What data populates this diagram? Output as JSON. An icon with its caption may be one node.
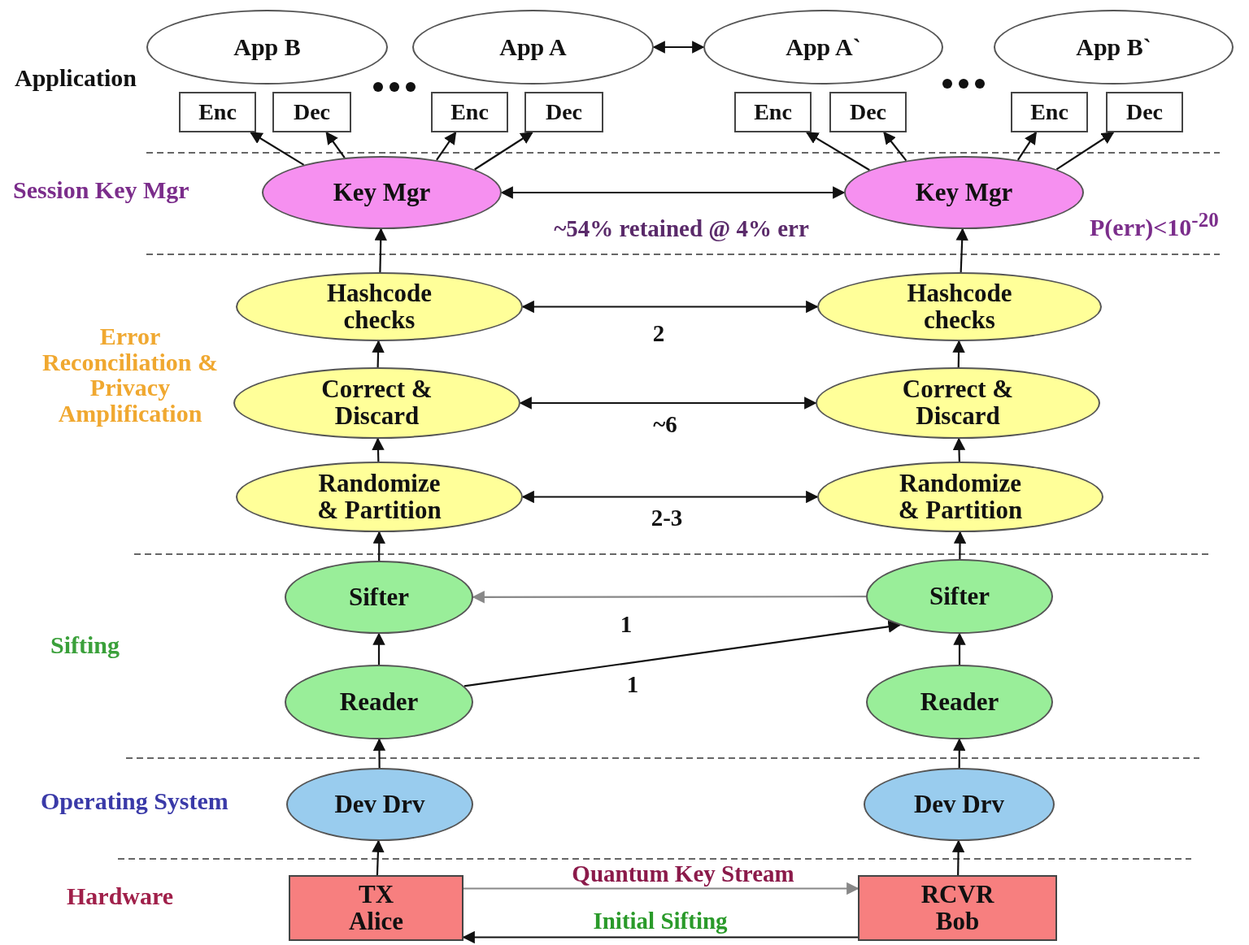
{
  "diagram": {
    "nodes": [
      {
        "text": [
          "App B"
        ]
      },
      {
        "text": [
          "App A"
        ]
      },
      {
        "text": [
          "App A`"
        ]
      },
      {
        "text": [
          "App B`"
        ]
      },
      {
        "text": [
          "Enc"
        ]
      },
      {
        "text": [
          "Dec"
        ]
      },
      {
        "text": [
          "Enc"
        ]
      },
      {
        "text": [
          "Dec"
        ]
      },
      {
        "text": [
          "Enc"
        ]
      },
      {
        "text": [
          "Dec"
        ]
      },
      {
        "text": [
          "Enc"
        ]
      },
      {
        "text": [
          "Dec"
        ]
      },
      {
        "text": [
          "Key Mgr"
        ]
      },
      {
        "text": [
          "Key Mgr"
        ]
      },
      {
        "text": [
          "Hashcode checks"
        ]
      },
      {
        "text": [
          "Hashcode checks"
        ]
      },
      {
        "text": [
          "Correct & Discard"
        ]
      },
      {
        "text": [
          "Correct & Discard"
        ]
      },
      {
        "text": [
          "Randomize & Partition"
        ]
      },
      {
        "text": [
          "Randomize & Partition"
        ]
      },
      {
        "text": [
          "Sifter"
        ]
      },
      {
        "text": [
          "Sifter"
        ]
      },
      {
        "text": [
          "Reader"
        ]
      },
      {
        "text": [
          "Reader"
        ]
      },
      {
        "text": [
          "Dev Drv"
        ]
      },
      {
        "text": [
          "Dev Drv"
        ]
      },
      {
        "text": [
          "TX Alice"
        ]
      },
      {
        "text": [
          "RCVR Bob"
        ]
      }
    ],
    "edges": [
      {
        "from": 1,
        "to": 2,
        "arrow": "both"
      },
      {
        "from": 12,
        "to": 4,
        "arrow": "to"
      },
      {
        "from": 12,
        "to": 5,
        "arrow": "to"
      },
      {
        "from": 12,
        "to": 6,
        "arrow": "to"
      },
      {
        "from": 12,
        "to": 7,
        "arrow": "to"
      },
      {
        "from": 13,
        "to": 8,
        "arrow": "to"
      },
      {
        "from": 13,
        "to": 9,
        "arrow": "to"
      },
      {
        "from": 13,
        "to": 10,
        "arrow": "to"
      },
      {
        "from": 13,
        "to": 11,
        "arrow": "to"
      },
      {
        "from": 12,
        "to": 13,
        "arrow": "both",
        "label": "~54% retained @ 4% err"
      },
      {
        "from": 14,
        "to": 12,
        "arrow": "to"
      },
      {
        "from": 15,
        "to": 13,
        "arrow": "to"
      },
      {
        "from": 14,
        "to": 15,
        "arrow": "both",
        "label": "2"
      },
      {
        "from": 16,
        "to": 14,
        "arrow": "to"
      },
      {
        "from": 17,
        "to": 15,
        "arrow": "to"
      },
      {
        "from": 16,
        "to": 17,
        "arrow": "both",
        "label": "~6"
      },
      {
        "from": 18,
        "to": 16,
        "arrow": "to"
      },
      {
        "from": 19,
        "to": 17,
        "arrow": "to"
      },
      {
        "from": 18,
        "to": 19,
        "arrow": "both",
        "label": "2-3"
      },
      {
        "from": 20,
        "to": 18,
        "arrow": "to"
      },
      {
        "from": 21,
        "to": 19,
        "arrow": "to"
      },
      {
        "from": 21,
        "to": 20,
        "arrow": "to",
        "label": "1",
        "color": "#888888"
      },
      {
        "from": 22,
        "to": 21,
        "arrow": "to",
        "label": "1"
      },
      {
        "from": 22,
        "to": 20,
        "arrow": "to"
      },
      {
        "from": 23,
        "to": 21,
        "arrow": "to"
      },
      {
        "from": 24,
        "to": 22,
        "arrow": "to"
      },
      {
        "from": 25,
        "to": 23,
        "arrow": "to"
      },
      {
        "from": 26,
        "to": 24,
        "arrow": "to"
      },
      {
        "from": 27,
        "to": 25,
        "arrow": "to"
      },
      {
        "from": 26,
        "to": 27,
        "arrow": "to",
        "label": "Quantum Key Stream",
        "color": "#888888"
      },
      {
        "from": 27,
        "to": 26,
        "arrow": "to",
        "label": "Initial Sifting"
      }
    ],
    "labels": [
      "Application",
      "Session Key Mgr",
      "Error Reconciliation & Privacy Amplification",
      "Sifting",
      "Operating System",
      "Hardware",
      "P(err)<10$^{-20}$"
    ]
  }
}
